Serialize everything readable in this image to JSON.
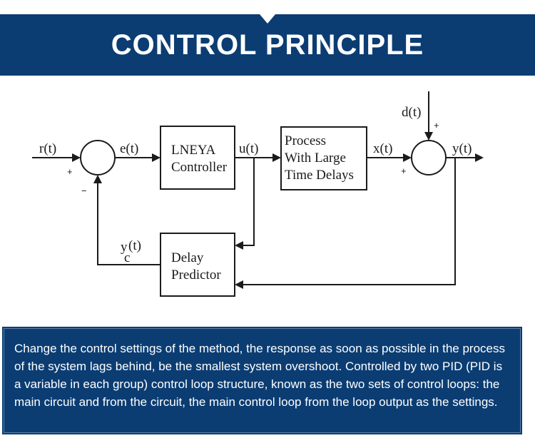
{
  "header": {
    "title": "CONTROL PRINCIPLE"
  },
  "diagram": {
    "signals": {
      "r": "r(t)",
      "e": "e(t)",
      "u": "u(t)",
      "x": "x(t)",
      "y": "y(t)",
      "d": "d(t)",
      "yc_main": "y",
      "yc_sub": "c",
      "yc_arg": "(t)"
    },
    "signs": {
      "plus": "+",
      "minus": "−"
    },
    "blocks": {
      "controller": [
        "LNEYA",
        "Controller"
      ],
      "process": [
        "Process",
        "With Large",
        "Time Delays"
      ],
      "predictor": [
        "Delay",
        "Predictor"
      ]
    }
  },
  "description": {
    "text": "Change the control settings of the method, the response as soon as possible in the process of the system lags behind, be the smallest system overshoot. Controlled by two PID (PID is a variable in each group) control loop structure, known as the two sets of control loops: the main circuit and from the circuit, the main control loop from the loop output as the settings."
  }
}
